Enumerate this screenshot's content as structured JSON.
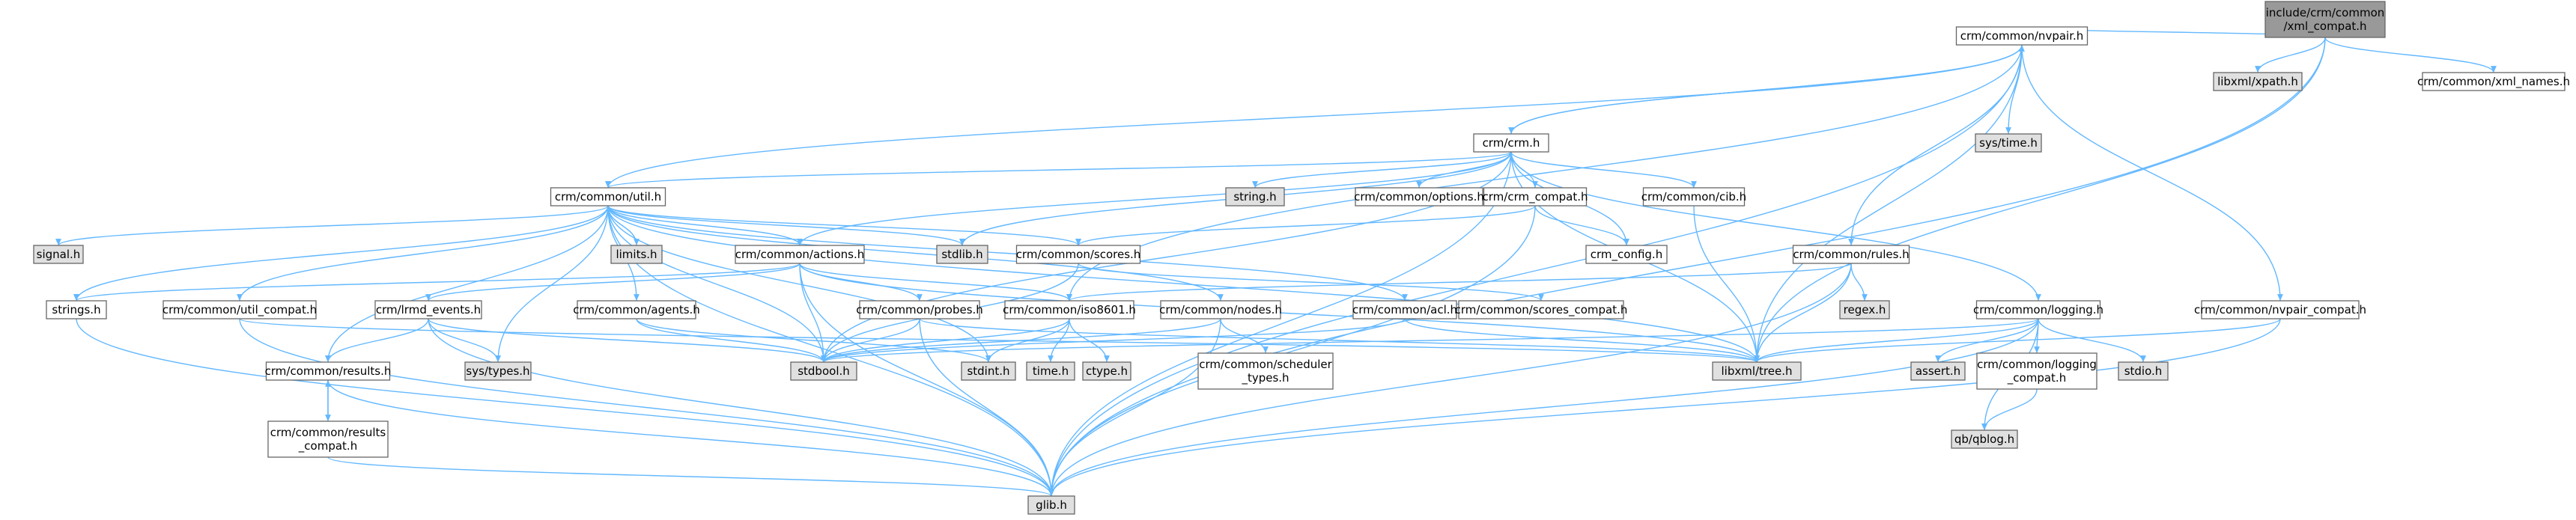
{
  "colors": {
    "edge": "#63b8ff",
    "root_fill": "#999999",
    "node_fill": "#ffffff",
    "system_fill": "#e0e0e0",
    "border": "#666666"
  },
  "nodes": [
    {
      "id": "root",
      "label": [
        "include/crm/common",
        "/xml_compat.h"
      ],
      "kind": "root"
    },
    {
      "id": "nvpair",
      "label": [
        "crm/common/nvpair.h"
      ],
      "kind": "normal"
    },
    {
      "id": "xpath",
      "label": [
        "libxml/xpath.h"
      ],
      "kind": "system"
    },
    {
      "id": "xml_names",
      "label": [
        "crm/common/xml_names.h"
      ],
      "kind": "normal"
    },
    {
      "id": "crm",
      "label": [
        "crm/crm.h"
      ],
      "kind": "normal"
    },
    {
      "id": "systime",
      "label": [
        "sys/time.h"
      ],
      "kind": "system"
    },
    {
      "id": "util",
      "label": [
        "crm/common/util.h"
      ],
      "kind": "normal"
    },
    {
      "id": "string",
      "label": [
        "string.h"
      ],
      "kind": "system"
    },
    {
      "id": "options",
      "label": [
        "crm/common/options.h"
      ],
      "kind": "normal"
    },
    {
      "id": "crm_compat",
      "label": [
        "crm/crm_compat.h"
      ],
      "kind": "normal"
    },
    {
      "id": "cib",
      "label": [
        "crm/common/cib.h"
      ],
      "kind": "normal"
    },
    {
      "id": "signal",
      "label": [
        "signal.h"
      ],
      "kind": "system"
    },
    {
      "id": "limits",
      "label": [
        "limits.h"
      ],
      "kind": "system"
    },
    {
      "id": "actions",
      "label": [
        "crm/common/actions.h"
      ],
      "kind": "normal"
    },
    {
      "id": "stdlib",
      "label": [
        "stdlib.h"
      ],
      "kind": "system"
    },
    {
      "id": "scores",
      "label": [
        "crm/common/scores.h"
      ],
      "kind": "normal"
    },
    {
      "id": "crm_config",
      "label": [
        "crm_config.h"
      ],
      "kind": "normal"
    },
    {
      "id": "rules",
      "label": [
        "crm/common/rules.h"
      ],
      "kind": "normal"
    },
    {
      "id": "strings",
      "label": [
        "strings.h"
      ],
      "kind": "normal"
    },
    {
      "id": "util_compat",
      "label": [
        "crm/common/util_compat.h"
      ],
      "kind": "normal"
    },
    {
      "id": "lrmd",
      "label": [
        "crm/lrmd_events.h"
      ],
      "kind": "normal"
    },
    {
      "id": "agents",
      "label": [
        "crm/common/agents.h"
      ],
      "kind": "normal"
    },
    {
      "id": "probes",
      "label": [
        "crm/common/probes.h"
      ],
      "kind": "normal"
    },
    {
      "id": "iso8601",
      "label": [
        "crm/common/iso8601.h"
      ],
      "kind": "normal"
    },
    {
      "id": "nodes",
      "label": [
        "crm/common/nodes.h"
      ],
      "kind": "normal"
    },
    {
      "id": "acl",
      "label": [
        "crm/common/acl.h"
      ],
      "kind": "normal"
    },
    {
      "id": "scores_compat",
      "label": [
        "crm/common/scores_compat.h"
      ],
      "kind": "normal"
    },
    {
      "id": "regex",
      "label": [
        "regex.h"
      ],
      "kind": "system"
    },
    {
      "id": "logging",
      "label": [
        "crm/common/logging.h"
      ],
      "kind": "normal"
    },
    {
      "id": "nvpair_compat",
      "label": [
        "crm/common/nvpair_compat.h"
      ],
      "kind": "normal"
    },
    {
      "id": "results",
      "label": [
        "crm/common/results.h"
      ],
      "kind": "normal"
    },
    {
      "id": "systypes",
      "label": [
        "sys/types.h"
      ],
      "kind": "system"
    },
    {
      "id": "stdbool",
      "label": [
        "stdbool.h"
      ],
      "kind": "system"
    },
    {
      "id": "stdint",
      "label": [
        "stdint.h"
      ],
      "kind": "system"
    },
    {
      "id": "time",
      "label": [
        "time.h"
      ],
      "kind": "system"
    },
    {
      "id": "ctype",
      "label": [
        "ctype.h"
      ],
      "kind": "system"
    },
    {
      "id": "scheduler",
      "label": [
        "crm/common/scheduler",
        "_types.h"
      ],
      "kind": "normal"
    },
    {
      "id": "libxml_tree",
      "label": [
        "libxml/tree.h"
      ],
      "kind": "system"
    },
    {
      "id": "assert",
      "label": [
        "assert.h"
      ],
      "kind": "system"
    },
    {
      "id": "logging_compat",
      "label": [
        "crm/common/logging",
        "_compat.h"
      ],
      "kind": "normal"
    },
    {
      "id": "stdio",
      "label": [
        "stdio.h"
      ],
      "kind": "system"
    },
    {
      "id": "results_compat",
      "label": [
        "crm/common/results",
        "_compat.h"
      ],
      "kind": "normal"
    },
    {
      "id": "qblog",
      "label": [
        "qb/qblog.h"
      ],
      "kind": "system"
    },
    {
      "id": "glib",
      "label": [
        "glib.h"
      ],
      "kind": "system"
    }
  ],
  "edges": [
    [
      "root",
      "nvpair"
    ],
    [
      "root",
      "xpath"
    ],
    [
      "root",
      "xml_names"
    ],
    [
      "root",
      "libxml_tree"
    ],
    [
      "root",
      "glib"
    ],
    [
      "nvpair",
      "crm"
    ],
    [
      "nvpair",
      "systime"
    ],
    [
      "nvpair",
      "util"
    ],
    [
      "nvpair",
      "rules"
    ],
    [
      "nvpair",
      "nvpair_compat"
    ],
    [
      "nvpair",
      "libxml_tree"
    ],
    [
      "nvpair",
      "glib"
    ],
    [
      "nvpair",
      "iso8601"
    ],
    [
      "crm",
      "util"
    ],
    [
      "crm",
      "string"
    ],
    [
      "crm",
      "options"
    ],
    [
      "crm",
      "crm_compat"
    ],
    [
      "crm",
      "cib"
    ],
    [
      "crm",
      "crm_config"
    ],
    [
      "crm",
      "logging"
    ],
    [
      "crm",
      "actions"
    ],
    [
      "crm",
      "stdlib"
    ],
    [
      "crm",
      "libxml_tree"
    ],
    [
      "crm",
      "glib"
    ],
    [
      "crm",
      "stdbool"
    ],
    [
      "crm",
      "nvpair"
    ],
    [
      "util",
      "signal"
    ],
    [
      "util",
      "limits"
    ],
    [
      "util",
      "strings"
    ],
    [
      "util",
      "util_compat"
    ],
    [
      "util",
      "results"
    ],
    [
      "util",
      "systypes"
    ],
    [
      "util",
      "stdbool"
    ],
    [
      "util",
      "stdint"
    ],
    [
      "util",
      "agents"
    ],
    [
      "util",
      "actions"
    ],
    [
      "util",
      "stdlib"
    ],
    [
      "util",
      "scores"
    ],
    [
      "util",
      "nodes"
    ],
    [
      "util",
      "acl"
    ],
    [
      "util",
      "glib"
    ],
    [
      "util",
      "libxml_tree"
    ],
    [
      "crm_compat",
      "scores"
    ],
    [
      "crm_compat",
      "crm_config"
    ],
    [
      "crm_compat",
      "glib"
    ],
    [
      "cib",
      "libxml_tree"
    ],
    [
      "actions",
      "strings"
    ],
    [
      "actions",
      "lrmd"
    ],
    [
      "actions",
      "probes"
    ],
    [
      "actions",
      "stdbool"
    ],
    [
      "actions",
      "glib"
    ],
    [
      "actions",
      "libxml_tree"
    ],
    [
      "actions",
      "iso8601"
    ],
    [
      "scores",
      "stdbool"
    ],
    [
      "scores",
      "scores_compat"
    ],
    [
      "rules",
      "regex"
    ],
    [
      "rules",
      "libxml_tree"
    ],
    [
      "rules",
      "glib"
    ],
    [
      "rules",
      "iso8601"
    ],
    [
      "strings",
      "glib"
    ],
    [
      "util_compat",
      "glib"
    ],
    [
      "util_compat",
      "libxml_tree"
    ],
    [
      "lrmd",
      "results"
    ],
    [
      "lrmd",
      "systypes"
    ],
    [
      "lrmd",
      "glib"
    ],
    [
      "lrmd",
      "stdbool"
    ],
    [
      "agents",
      "stdbool"
    ],
    [
      "agents",
      "stdint"
    ],
    [
      "probes",
      "stdbool"
    ],
    [
      "probes",
      "glib"
    ],
    [
      "probes",
      "libxml_tree"
    ],
    [
      "iso8601",
      "time"
    ],
    [
      "iso8601",
      "ctype"
    ],
    [
      "iso8601",
      "stdbool"
    ],
    [
      "iso8601",
      "stdint"
    ],
    [
      "nodes",
      "stdbool"
    ],
    [
      "nodes",
      "scheduler"
    ],
    [
      "nodes",
      "glib"
    ],
    [
      "acl",
      "libxml_tree"
    ],
    [
      "acl",
      "stdbool"
    ],
    [
      "logging",
      "stdio"
    ],
    [
      "logging",
      "assert"
    ],
    [
      "logging",
      "logging_compat"
    ],
    [
      "logging",
      "qblog"
    ],
    [
      "logging",
      "glib"
    ],
    [
      "logging",
      "libxml_tree"
    ],
    [
      "logging",
      "stdbool"
    ],
    [
      "nvpair_compat",
      "glib"
    ],
    [
      "nvpair_compat",
      "libxml_tree"
    ],
    [
      "results",
      "results_compat"
    ],
    [
      "results",
      "glib"
    ],
    [
      "results_compat",
      "results"
    ],
    [
      "results_compat",
      "glib"
    ],
    [
      "logging_compat",
      "qblog"
    ]
  ]
}
